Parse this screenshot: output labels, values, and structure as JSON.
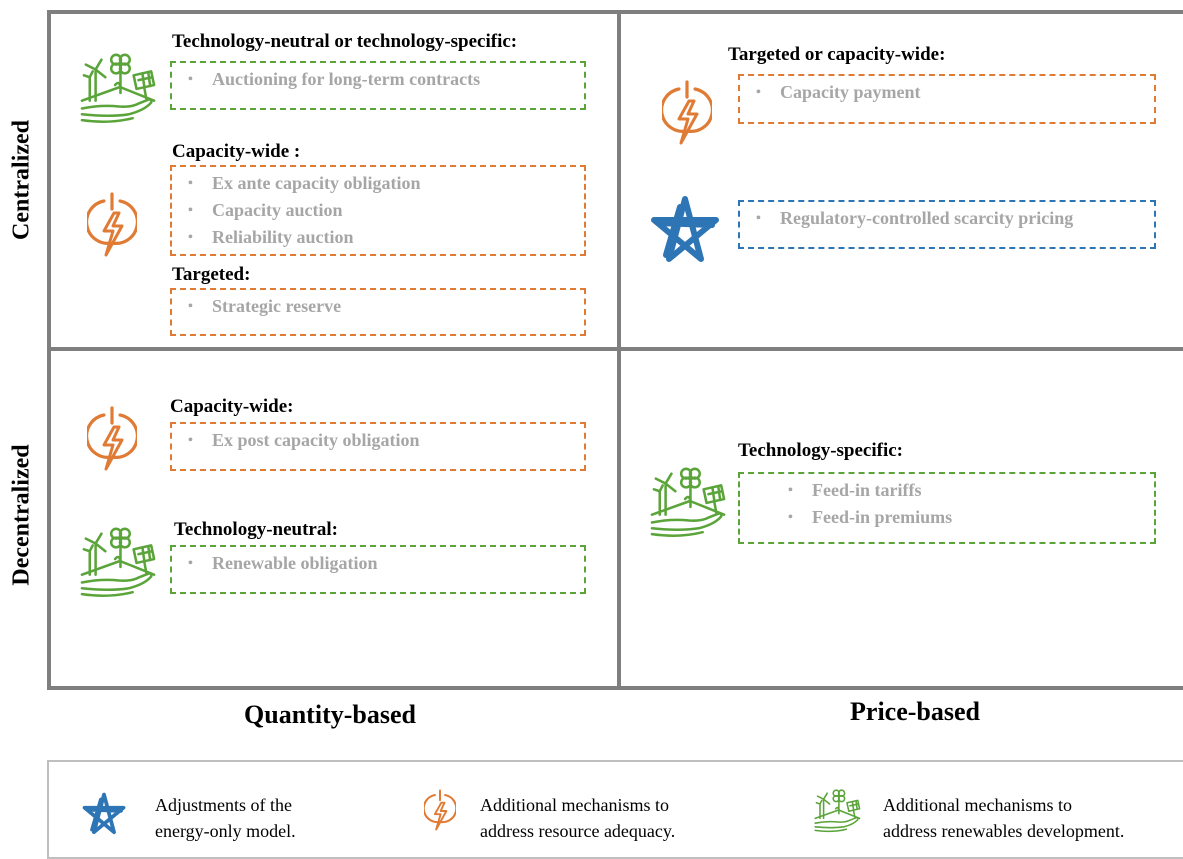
{
  "rows": {
    "top": "Centralized",
    "bottom": "Decentralized"
  },
  "columns": {
    "left": "Quantity-based",
    "right": "Price-based"
  },
  "quadrants": {
    "centralized_quantity": {
      "group1": {
        "heading": "Technology-neutral or technology-specific:",
        "items": [
          "Auctioning for long-term contracts"
        ]
      },
      "group2": {
        "heading": "Capacity-wide :",
        "items": [
          "Ex ante capacity obligation",
          "Capacity auction",
          "Reliability auction"
        ]
      },
      "group3": {
        "heading": "Targeted:",
        "items": [
          "Strategic reserve"
        ]
      }
    },
    "centralized_price": {
      "group1": {
        "heading": "Targeted or capacity-wide:",
        "items": [
          "Capacity payment"
        ]
      },
      "group2": {
        "items": [
          "Regulatory-controlled scarcity pricing"
        ]
      }
    },
    "decentralized_quantity": {
      "group1": {
        "heading": "Capacity-wide:",
        "items": [
          "Ex post capacity obligation"
        ]
      },
      "group2": {
        "heading": "Technology-neutral:",
        "items": [
          "Renewable obligation"
        ]
      }
    },
    "decentralized_price": {
      "group1": {
        "heading": "Technology-specific:",
        "items": [
          "Feed-in tariffs",
          "Feed-in premiums"
        ]
      }
    }
  },
  "bullet": "•",
  "legend": {
    "star": {
      "line1": "Adjustments of the",
      "line2": "energy-only model."
    },
    "bolt": {
      "line1": "Additional mechanisms to",
      "line2": "address resource adequacy."
    },
    "renew": {
      "line1": "Additional mechanisms to",
      "line2": "address renewables development."
    }
  },
  "colors": {
    "green": "#5aa43a",
    "orange": "#e07b35",
    "blue": "#2e75b6",
    "grid": "#7f7f7f",
    "item_text": "#a6a6a6"
  },
  "icons": {
    "renewables": "renewables-icon",
    "adequacy": "lightning-bolt-icon",
    "energy_only": "star-icon"
  }
}
